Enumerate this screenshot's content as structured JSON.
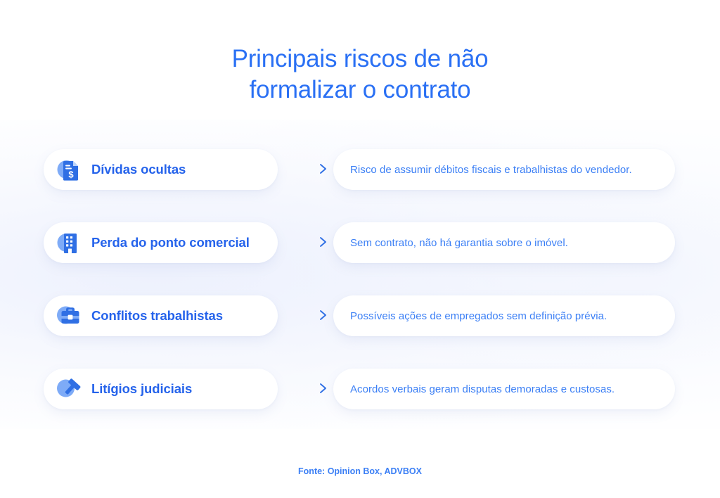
{
  "title": {
    "line1": "Principais riscos de não",
    "line2": "formalizar o contrato"
  },
  "colors": {
    "title": "#2a70f4",
    "label": "#2563eb",
    "description": "#3b7ff5",
    "icon_dark": "#2f6fe4",
    "icon_light": "#7eabf7",
    "card_bg": "#ffffff",
    "page_bg": "#ffffff",
    "arrow": "#2f6fe4"
  },
  "rows": [
    {
      "icon": "document-dollar-icon",
      "label": "Dívidas ocultas",
      "arrow": "arrow-right-icon",
      "description": "Risco de assumir débitos fiscais e trabalhistas do vendedor."
    },
    {
      "icon": "building-icon",
      "label": "Perda do ponto comercial",
      "arrow": "arrow-right-icon",
      "description": "Sem contrato, não há garantia sobre o imóvel."
    },
    {
      "icon": "briefcase-icon",
      "label": "Conflitos trabalhistas",
      "arrow": "arrow-right-icon",
      "description": "Possíveis ações de empregados sem definição prévia."
    },
    {
      "icon": "gavel-icon",
      "label": "Litígios judiciais",
      "arrow": "arrow-right-icon",
      "description": "Acordos verbais geram disputas demoradas e custosas."
    }
  ],
  "footer": {
    "source": "Fonte: Opinion Box, ADVBOX"
  }
}
